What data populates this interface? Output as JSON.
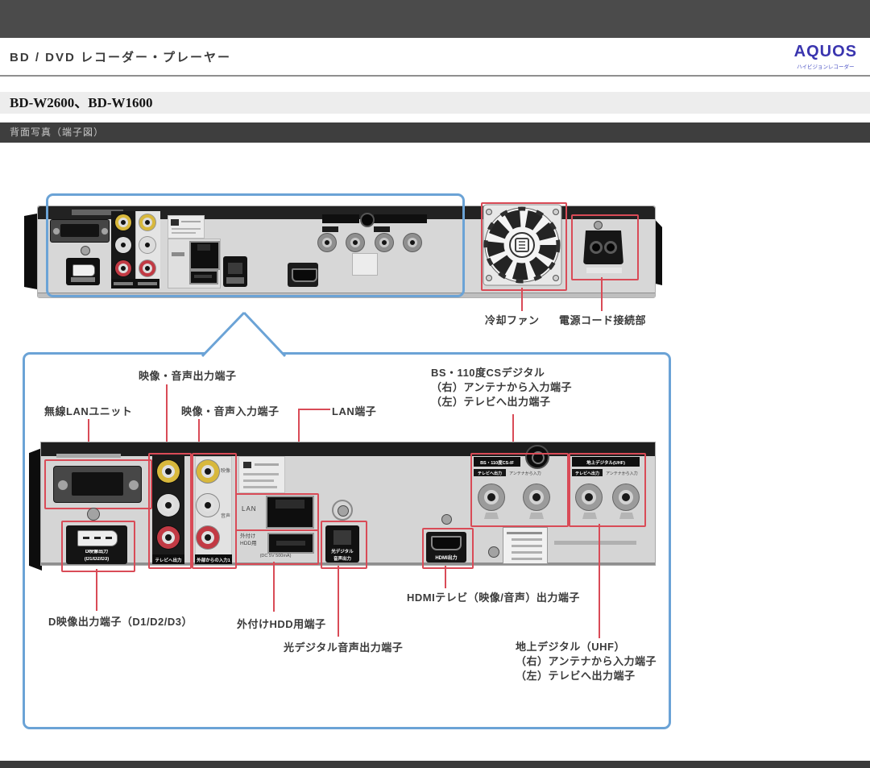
{
  "header": {
    "title": "BD / DVD  レコーダー・プレーヤー",
    "brand": "AQUOS",
    "brand_sub": "ハイビジョンレコーダー"
  },
  "model_line": "BD-W2600、BD-W1600",
  "section_title": "背面写真（端子図）",
  "colors": {
    "callout_red": "#d94b57",
    "zoom_blue": "#6ba3d6",
    "brand_blue": "#3a35af",
    "top_bar": "#4b4b4b",
    "section_bar": "#3e3e3e"
  },
  "top_photo": {
    "fan_label": "冷却ファン",
    "power_label": "電源コード接続部"
  },
  "diagram": {
    "labels": {
      "av_out": "映像・音声出力端子",
      "wlan": "無線LANユニット",
      "av_in": "映像・音声入力端子",
      "lan": "LAN端子",
      "bs_line1": "BS・110度CSデジタル",
      "bs_line2": "（右）アンテナから入力端子",
      "bs_line3": "（左）テレビへ出力端子",
      "hdmi": "HDMIテレビ（映像/音声）出力端子",
      "d_video": "D映像出力端子（D1/D2/D3）",
      "hdd": "外付けHDD用端子",
      "optical": "光デジタル音声出力端子",
      "uhf_line1": "地上デジタル（UHF）",
      "uhf_line2": "（右）アンテナから入力端子",
      "uhf_line3": "（左）テレビへ出力端子"
    },
    "photo_text": {
      "lan_port": "LAN",
      "hdd_l1": "外付け",
      "hdd_l2": "HDD用",
      "hdd_spec": "(DC 5V 500mA)",
      "optical_l1": "光デジタル",
      "optical_l2": "音声出力",
      "hdmi_port": "HDMI出力",
      "d_port_l1": "D映像出力",
      "d_port_l2": "(D1/D2/D3)",
      "rca_out": "テレビへ出力",
      "rca_in": "外部からの入力1",
      "video_mark": "映像",
      "audio_mark": "音声",
      "bs_band": "BS・110度CS-IF",
      "uhf_band": "地上デジタル(UHF)",
      "ant_tv_out": "テレビへ出力",
      "ant_in": "アンテナから入力"
    }
  }
}
